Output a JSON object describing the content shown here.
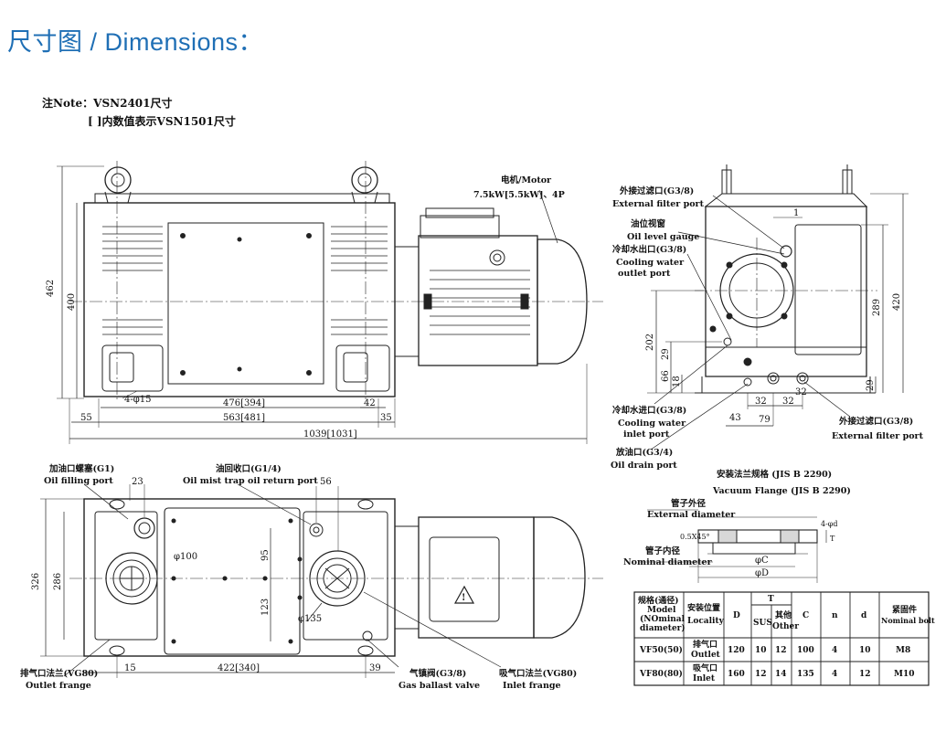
{
  "header": {
    "title": "尺寸图 / Dimensions："
  },
  "note": {
    "line1": "注Note：VSN2401尺寸",
    "line2": "[ ]内数值表示VSN1501尺寸"
  },
  "labels": {
    "motor_cn": "电机/Motor",
    "motor_spec": "7.5kW[5.5kW]、4P",
    "ext_filter_cn": "外接过滤口(G3/8)",
    "ext_filter_en": "External filter port",
    "oil_gauge_cn": "油位视窗",
    "oil_gauge_en": "Oil level gauge",
    "cw_out_cn": "冷却水出口(G3/8)",
    "cw_out_en1": "Cooling water",
    "cw_out_en2": "outlet port",
    "cw_in_cn": "冷却水进口(G3/8)",
    "cw_in_en1": "Cooling water",
    "cw_in_en2": "inlet port",
    "drain_cn": "放油口(G3/4)",
    "drain_en": "Oil drain port",
    "ext_filter2_cn": "外接过滤口(G3/8)",
    "ext_filter2_en": "External filter port",
    "oil_fill_cn": "加油口螺塞(G1)",
    "oil_fill_en": "Oil filling port",
    "oil_mist_cn": "油回收口(G1/4)",
    "oil_mist_en": "Oil mist trap oil return port",
    "outlet_cn": "排气口法兰(VG80)",
    "outlet_en": "Outlet frange",
    "ballast_cn": "气镇阀(G3/8)",
    "ballast_en": "Gas ballast valve",
    "inlet_cn": "吸气口法兰(VG80)",
    "inlet_en": "Inlet frange",
    "flange_title_cn": "安装法兰规格 (JIS B 2290)",
    "flange_title_en": "Vacuum Flange (JIS B 2290)",
    "ext_dia_cn": "管子外径",
    "ext_dia_en": "External diameter",
    "nom_dia_cn": "管子内径",
    "nom_dia_en": "Nominal diameter",
    "chamfer": "0.5X45°",
    "holes": "4-φd",
    "oc": "φC",
    "od": "φD",
    "t": "T"
  },
  "dims": {
    "d462": "462",
    "d400": "400",
    "d4phi15": "4-φ15",
    "d476": "476[394]",
    "d42": "42",
    "d563": "563[481]",
    "d55": "55",
    "d35": "35",
    "d1039": "1039[1031]",
    "d1": "1",
    "d289": "289",
    "d420": "420",
    "d202": "202",
    "d29a": "29",
    "d66": "66",
    "d18": "18",
    "d32a": "32",
    "d29b": "29",
    "d43": "43",
    "d79": "79",
    "d32b": "32",
    "d32c": "32",
    "d23": "23",
    "d56": "56",
    "dphi100": "φ100",
    "d95": "95",
    "d326": "326",
    "d286": "286",
    "d123": "123",
    "dphi135": "φ135",
    "d15": "15",
    "d422": "422[340]",
    "d39": "39"
  },
  "table": {
    "headers": {
      "model": [
        "规格(通径)",
        "Model",
        "(NOminal",
        "diameter)"
      ],
      "locality": [
        "安装位置",
        "Locality"
      ],
      "D": "D",
      "T": "T",
      "sus": "SUS",
      "other": [
        "其他",
        "Other"
      ],
      "C": "C",
      "n": "n",
      "d": "d",
      "bolt": [
        "紧固件",
        "Nominal bolt"
      ]
    },
    "rows": [
      {
        "model": "VF50(50)",
        "loc_cn": "排气口",
        "loc_en": "Outlet",
        "D": "120",
        "sus": "10",
        "other": "12",
        "C": "100",
        "n": "4",
        "d": "10",
        "bolt": "M8"
      },
      {
        "model": "VF80(80)",
        "loc_cn": "吸气口",
        "loc_en": "Inlet",
        "D": "160",
        "sus": "12",
        "other": "14",
        "C": "135",
        "n": "4",
        "d": "12",
        "bolt": "M10"
      }
    ]
  }
}
